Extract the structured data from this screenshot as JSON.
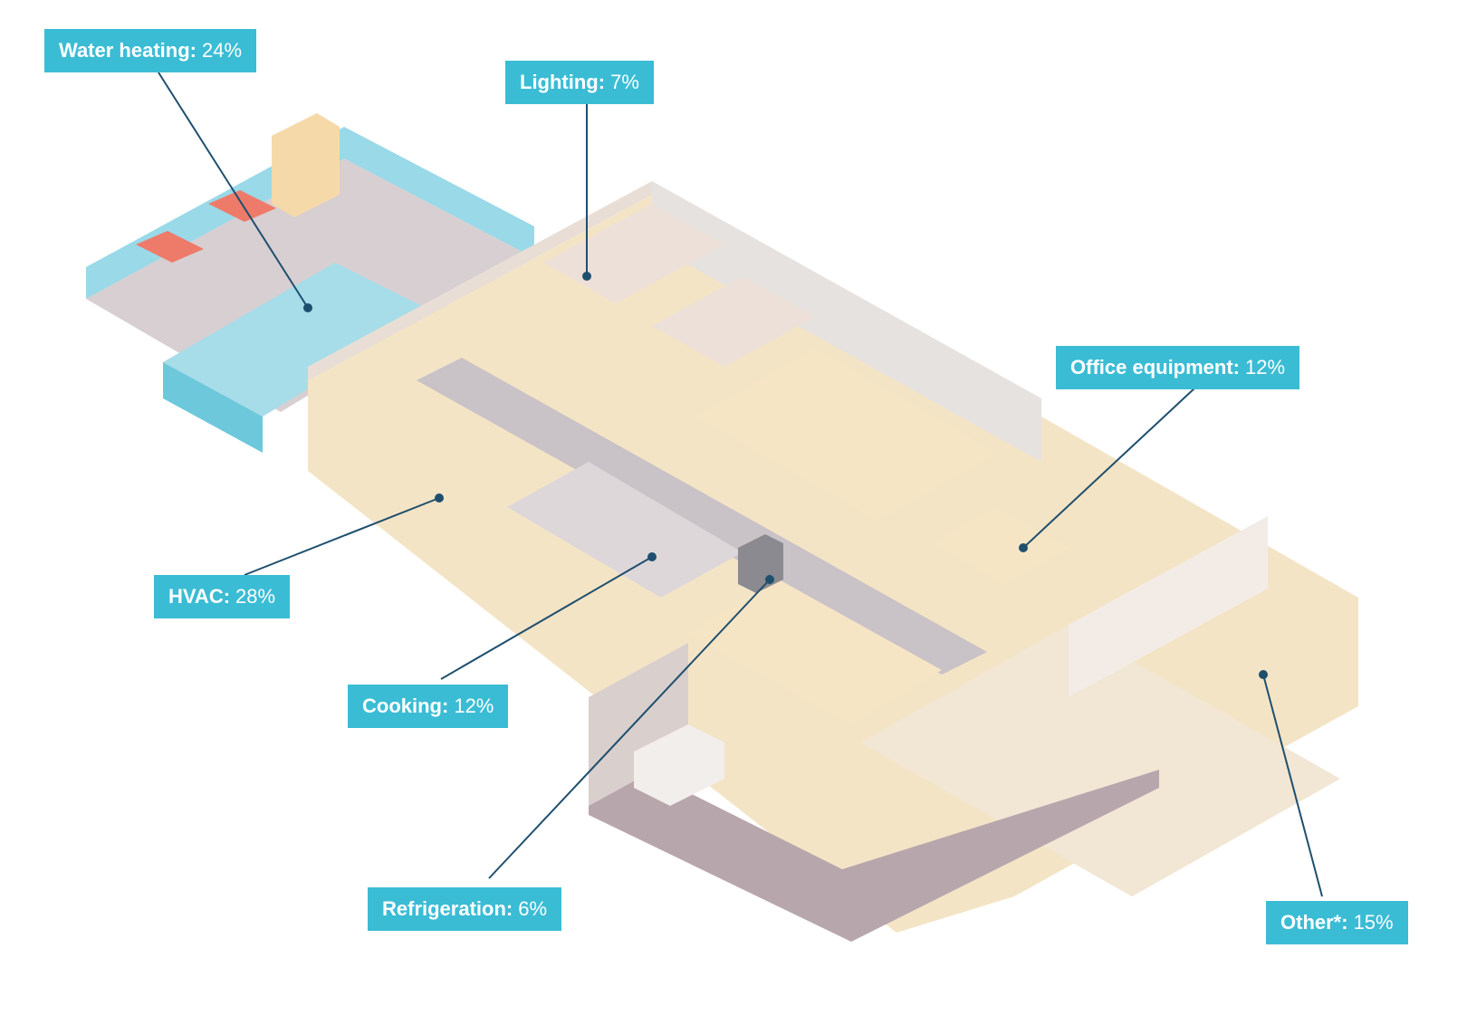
{
  "labels": [
    {
      "name": "Water heating:",
      "value": "24%"
    },
    {
      "name": "Lighting:",
      "value": "7%"
    },
    {
      "name": "Office equipment:",
      "value": "12%"
    },
    {
      "name": "HVAC:",
      "value": "28%"
    },
    {
      "name": "Cooking:",
      "value": "12%"
    },
    {
      "name": "Refrigeration:",
      "value": "6%"
    },
    {
      "name": "Other*:",
      "value": "15%"
    }
  ],
  "colors": {
    "label_bg": "#3bbcd5",
    "label_text": "#ffffff",
    "leader": "#1f4f6e",
    "floor": "#f4e4c6",
    "wall": "#f3ece6",
    "wall_shade": "#ddd3cd",
    "pool": "#a6dde9",
    "parking": "#b8a6ad",
    "corridor": "#c9c2c6"
  }
}
